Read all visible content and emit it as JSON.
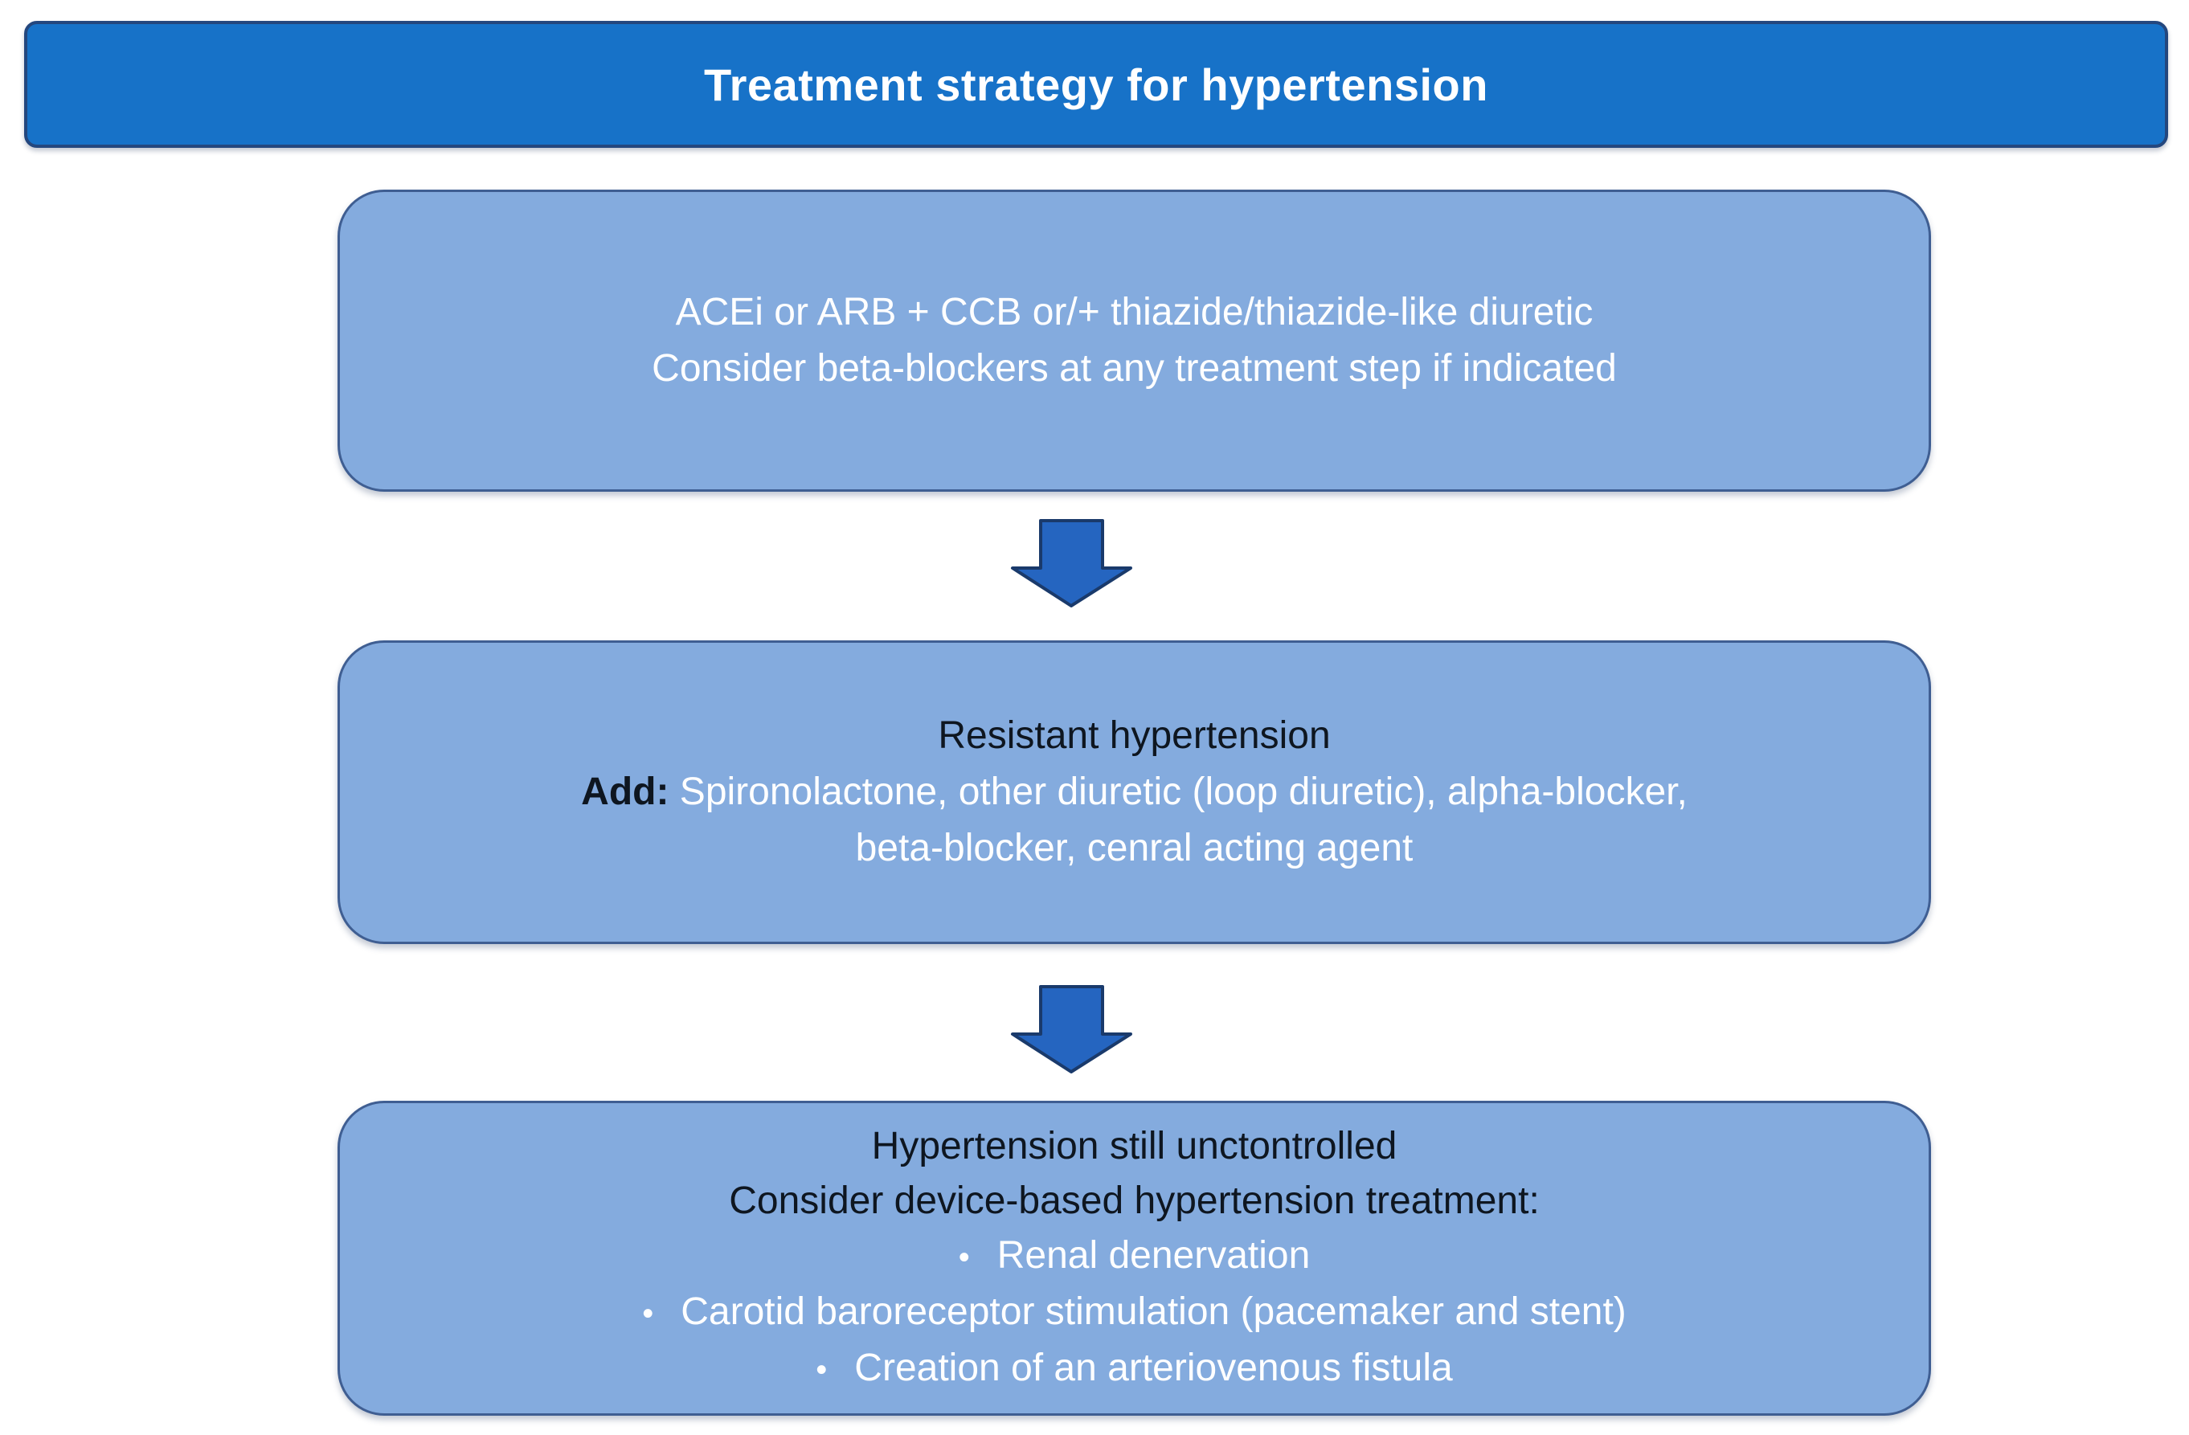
{
  "title": "Treatment strategy for hypertension",
  "steps": {
    "step1": {
      "line1": "ACEi or ARB + CCB or/+ thiazide/thiazide-like diuretic",
      "line2": "Consider beta-blockers at any treatment step if indicated"
    },
    "step2": {
      "heading": "Resistant hypertension",
      "add_label": "Add:",
      "add_text": "Spironolactone, other diuretic (loop diuretic), alpha-blocker,",
      "continuation": "beta-blocker, cenral acting agent"
    },
    "step3": {
      "line1": "Hypertension still unctontrolled",
      "line2": "Consider device-based hypertension treatment:",
      "bullets": [
        "Renal denervation",
        "Carotid baroreceptor stimulation (pacemaker and stent)",
        "Creation of an arteriovenous fistula"
      ],
      "bullet_glyph": "•"
    },
    "arrow_icon": "down-block-arrow"
  },
  "colors": {
    "title_bar_fill": "#1772c8",
    "title_bar_border": "#24477e",
    "step_box_fill": "#84abde",
    "step_box_border": "#3f5e92",
    "arrow_fill": "#2565c0",
    "arrow_stroke": "#1a3a6b",
    "text_white": "#ffffff",
    "text_dark": "#0e1620"
  }
}
